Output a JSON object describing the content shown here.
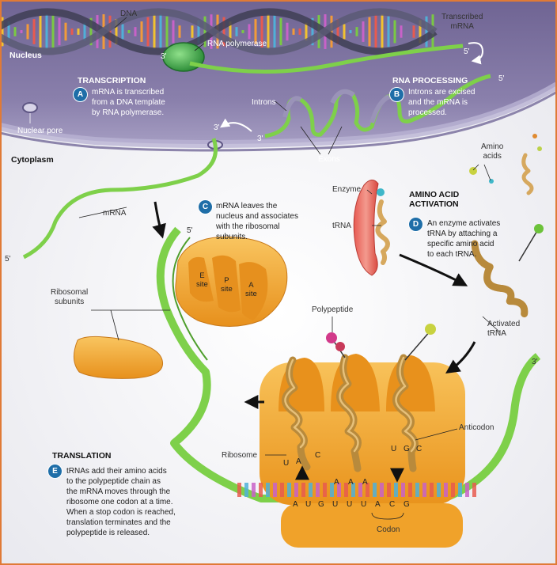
{
  "regions": {
    "nucleus": "Nucleus",
    "cytoplasm": "Cytoplasm"
  },
  "labels": {
    "dna": "DNA",
    "rna_polymerase": "RNA polymerase",
    "transcribed_mrna": [
      "Transcribed",
      "mRNA"
    ],
    "introns": "Introns",
    "exons": "Exons",
    "nuclear_pore": "Nuclear pore",
    "mrna": "mRNA",
    "enzyme": "Enzyme",
    "trna": "tRNA",
    "amino_acids": [
      "Amino",
      "acids"
    ],
    "ribosomal_subunits": [
      "Ribosomal",
      "subunits"
    ],
    "polypeptide": "Polypeptide",
    "activated_trna": [
      "Activated",
      "tRNA"
    ],
    "anticodon": "Anticodon",
    "ribosome": "Ribosome",
    "codon": "Codon",
    "e_site": [
      "E",
      "site"
    ],
    "p_site": [
      "P",
      "site"
    ],
    "a_site": [
      "A",
      "site"
    ],
    "three_prime": "3'",
    "five_prime": "5'"
  },
  "steps": {
    "transcription": {
      "badge": "A",
      "title": "TRANSCRIPTION",
      "lines": [
        "mRNA is transcribed",
        "from a DNA template",
        "by RNA polymerase."
      ]
    },
    "processing": {
      "badge": "B",
      "title": "RNA PROCESSING",
      "lines": [
        "Introns are excised",
        "and the mRNA is",
        "processed."
      ]
    },
    "export": {
      "badge": "C",
      "lines": [
        "mRNA leaves the",
        "nucleus and associates",
        "with the ribosomal",
        "subunits."
      ]
    },
    "activation": {
      "badge": "D",
      "title": [
        "AMINO ACID",
        "ACTIVATION"
      ],
      "lines": [
        "An enzyme activates",
        "tRNA by attaching a",
        "specific amino acid",
        "to each tRNA."
      ]
    },
    "translation": {
      "badge": "E",
      "title": "TRANSLATION",
      "lines": [
        "tRNAs add their amino acids",
        "to the polypeptide chain as",
        "the mRNA moves through the",
        "ribosome one codon at a time.",
        "When a stop codon is reached,",
        "translation terminates and the",
        "polypeptide is released."
      ]
    }
  },
  "bases": {
    "anticodons": [
      "U",
      "A",
      "C",
      "U",
      "G",
      "C"
    ],
    "middle_anticodon": [
      "A",
      "A",
      "A"
    ],
    "mrna_codons": [
      "A",
      "U",
      "G",
      "U",
      "U",
      "U",
      "A",
      "C",
      "G"
    ]
  },
  "colors": {
    "border": "#e07a36",
    "nucleus": "#7a6e9a",
    "ribosome": "#f2a52a",
    "mrna": "#6cc23a",
    "badge": "#1f6ea8"
  }
}
